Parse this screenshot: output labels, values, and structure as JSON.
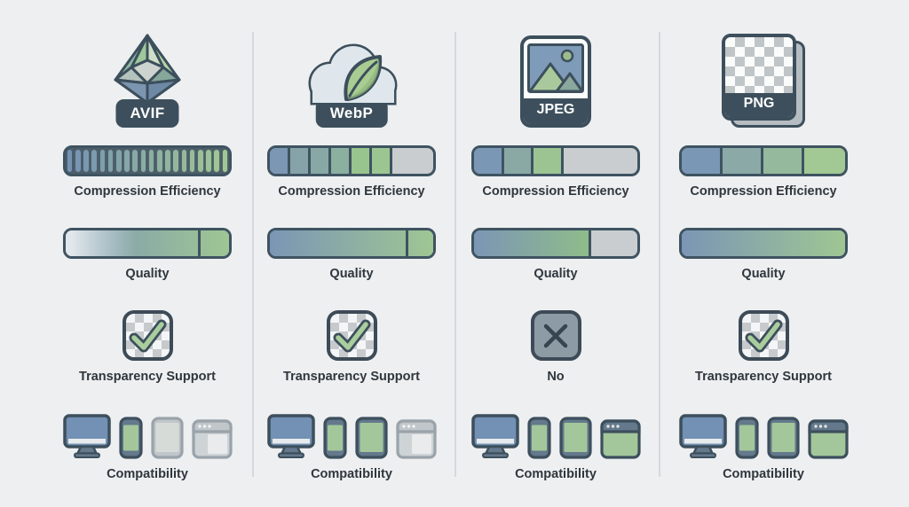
{
  "theme": {
    "background": "#edeff1",
    "outline": "#3d4f5c",
    "badge": "#3d4f5c",
    "bar_empty": "#c9cdd0",
    "blue": "#7795b5",
    "green": "#a0c795",
    "inactive_gray": "#c5cacd",
    "text": "#2f363c",
    "divider": "#d6d9dc"
  },
  "columns": [
    {
      "label": "AVIF",
      "icon": "avif-crystal-icon",
      "compression": {
        "label": "Compression Efficiency",
        "bar": {
          "style": "striped",
          "stripes": 20,
          "fill_ratio": 1.0,
          "from": "#7693b3",
          "to": "#a1c794"
        }
      },
      "quality": {
        "label": "Quality",
        "bar": {
          "style": "gradient",
          "fill_ratio": 1.0,
          "divider_at": 0.81,
          "blur_left": true,
          "from": "#7b96b5",
          "to": "#9fc693"
        }
      },
      "transparency": {
        "supported": true,
        "label": "Transparency Support"
      },
      "compatibility": {
        "label": "Compatibility",
        "devices": [
          {
            "type": "desktop",
            "supported": true
          },
          {
            "type": "phone",
            "supported": true
          },
          {
            "type": "tablet",
            "supported": false
          },
          {
            "type": "browser",
            "supported": false
          }
        ]
      }
    },
    {
      "label": "WebP",
      "icon": "webp-cloud-leaf-icon",
      "compression": {
        "label": "Compression Efficiency",
        "bar": {
          "style": "segments",
          "fill_ratio": 0.75,
          "segments": [
            "#7b97b3",
            "#85a3a8",
            "#87a8a5",
            "#8cb0a0",
            "#98c48d",
            "#9bc691"
          ]
        }
      },
      "quality": {
        "label": "Quality",
        "bar": {
          "style": "gradient",
          "fill_ratio": 1.0,
          "divider_at": 0.83,
          "blur_left": false,
          "from": "#7b96b5",
          "to": "#9fc693"
        }
      },
      "transparency": {
        "supported": true,
        "label": "Transparency Support"
      },
      "compatibility": {
        "label": "Compatibility",
        "devices": [
          {
            "type": "desktop",
            "supported": true
          },
          {
            "type": "phone",
            "supported": true
          },
          {
            "type": "tablet",
            "supported": true
          },
          {
            "type": "browser",
            "supported": false
          }
        ]
      }
    },
    {
      "label": "JPEG",
      "icon": "jpeg-photo-icon",
      "compression": {
        "label": "Compression Efficiency",
        "bar": {
          "style": "segments",
          "fill_ratio": 0.55,
          "segments": [
            "#7b97b6",
            "#8aa9a4",
            "#9cc492"
          ]
        }
      },
      "quality": {
        "label": "Quality",
        "bar": {
          "style": "gradient",
          "fill_ratio": 0.72,
          "blur_left": false,
          "from": "#7b96b5",
          "to": "#8fbc8a"
        }
      },
      "transparency": {
        "supported": false,
        "label": "No"
      },
      "compatibility": {
        "label": "Compatibility",
        "devices": [
          {
            "type": "desktop",
            "supported": true
          },
          {
            "type": "phone",
            "supported": true
          },
          {
            "type": "tablet",
            "supported": true
          },
          {
            "type": "browser",
            "supported": true
          }
        ]
      }
    },
    {
      "label": "PNG",
      "icon": "png-checkered-file-icon",
      "compression": {
        "label": "Compression Efficiency",
        "bar": {
          "style": "segments",
          "fill_ratio": 1.0,
          "segments": [
            "#7b97b6",
            "#8ba9a6",
            "#95b99c",
            "#a2c893"
          ]
        }
      },
      "quality": {
        "label": "Quality",
        "bar": {
          "style": "gradient",
          "fill_ratio": 1.0,
          "blur_left": false,
          "from": "#7b96b5",
          "to": "#9fc693"
        }
      },
      "transparency": {
        "supported": true,
        "label": "Transparency Support"
      },
      "compatibility": {
        "label": "Compatibility",
        "devices": [
          {
            "type": "desktop",
            "supported": true
          },
          {
            "type": "phone",
            "supported": true
          },
          {
            "type": "tablet",
            "supported": true
          },
          {
            "type": "browser",
            "supported": true
          }
        ]
      }
    }
  ]
}
